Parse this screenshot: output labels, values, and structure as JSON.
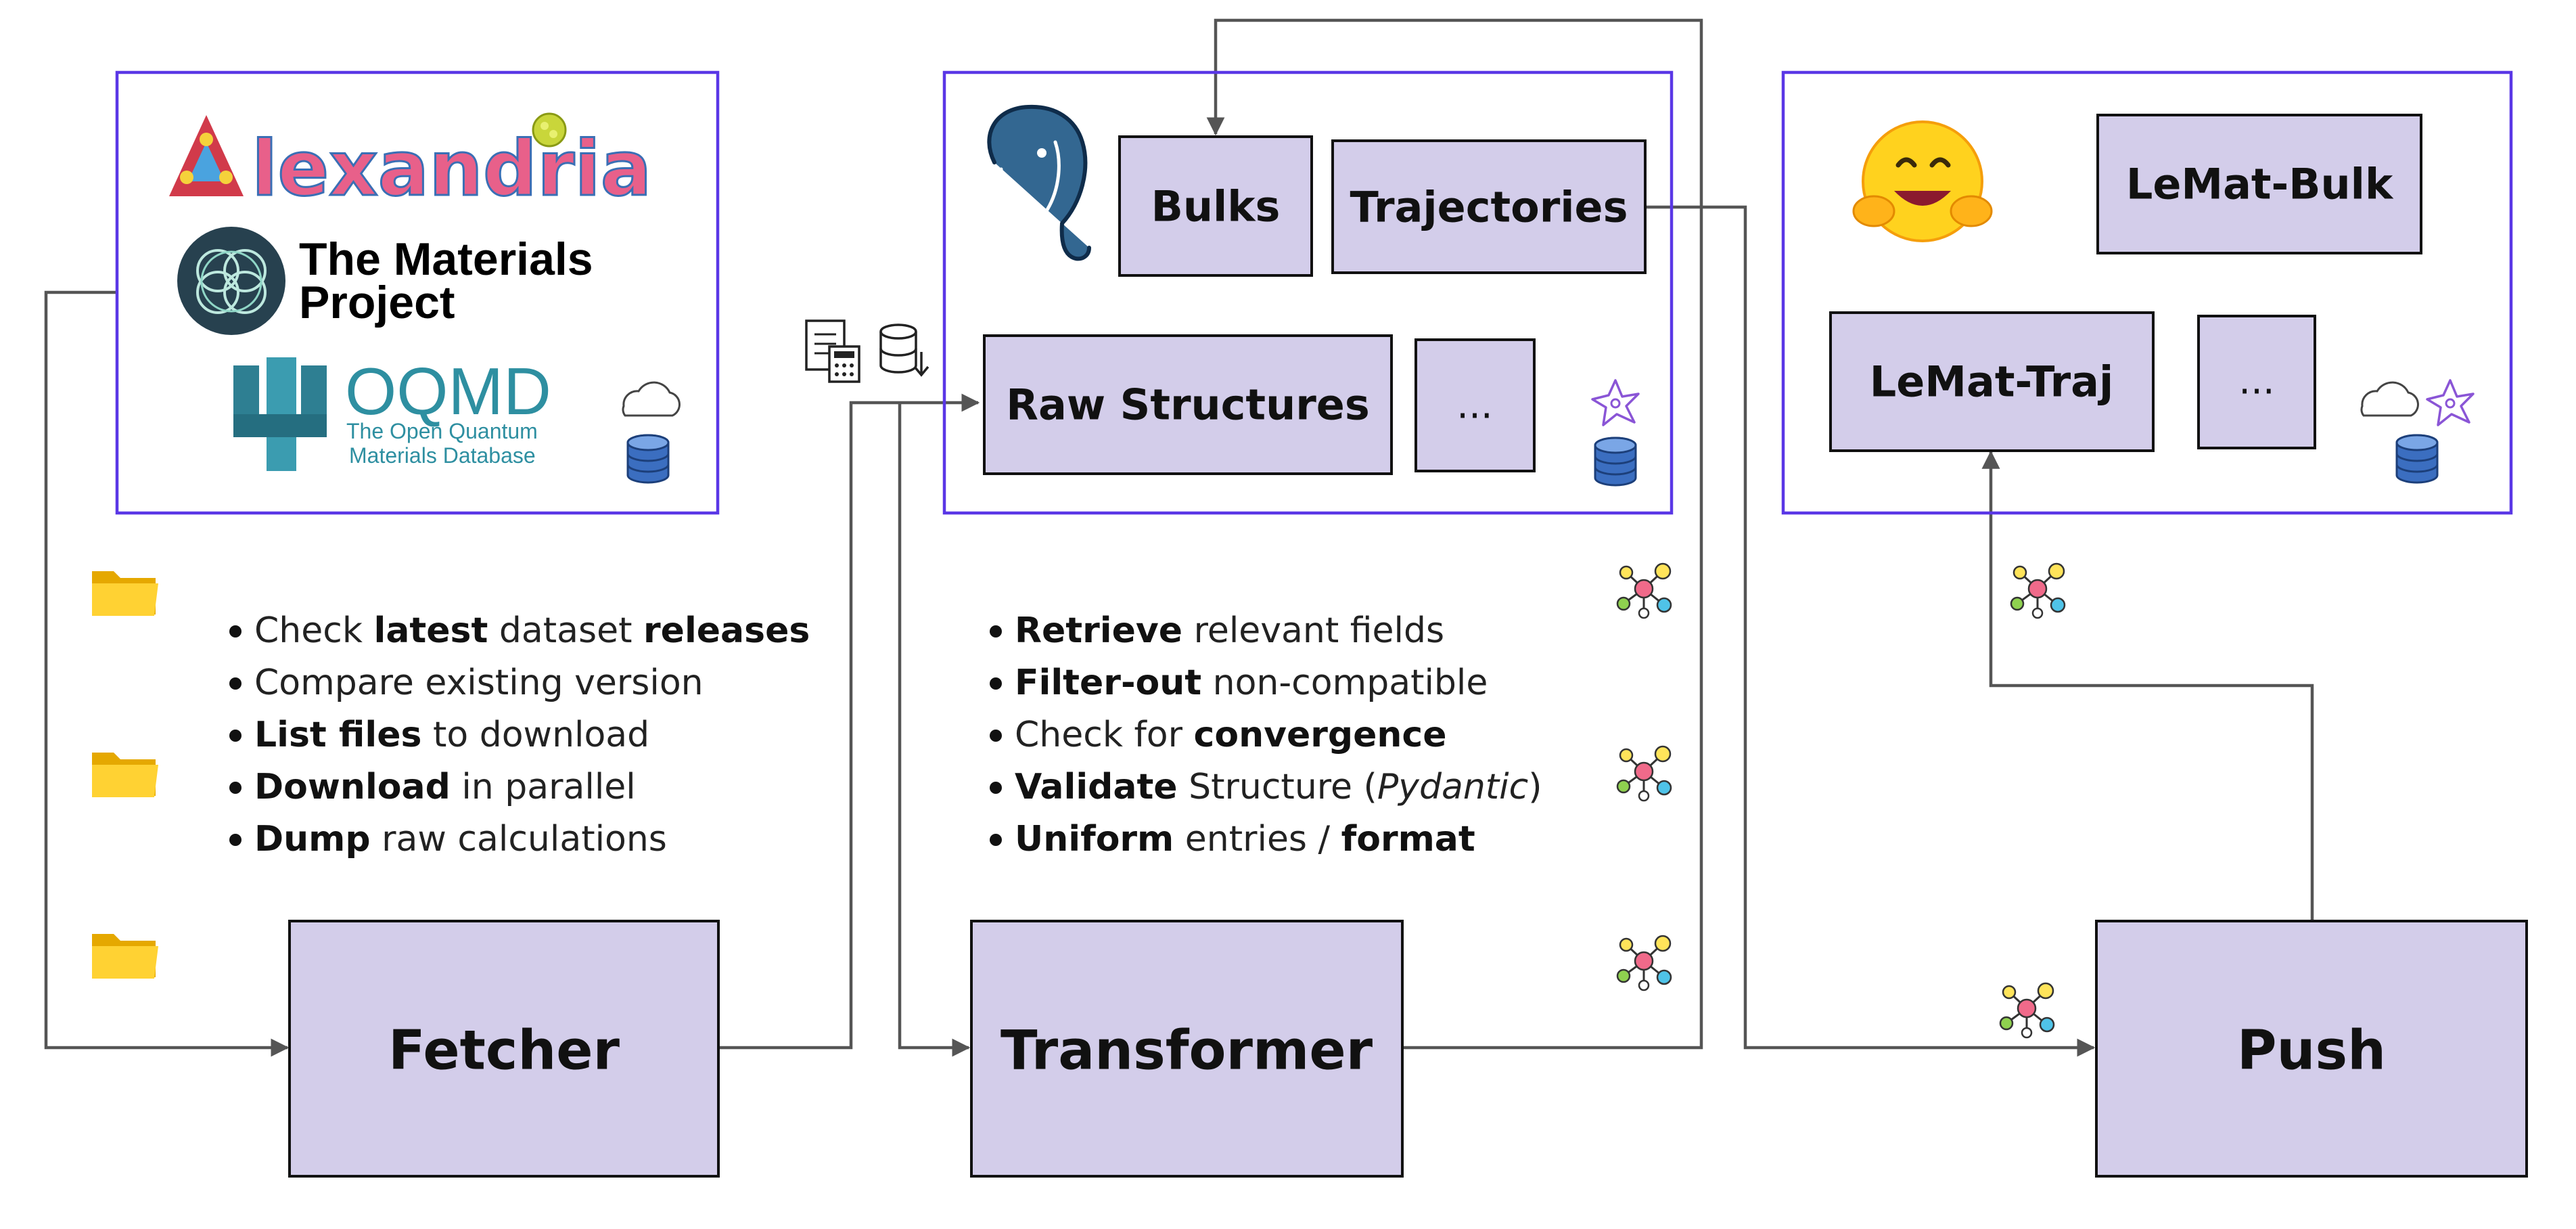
{
  "sources": {
    "alexandria": "lexandria",
    "materials_project": [
      "The Materials",
      "Project"
    ],
    "oqmd": "OQMD",
    "oqmd_subtitle": [
      "The Open Quantum",
      "Materials Database"
    ]
  },
  "database_box": {
    "items": [
      "Bulks",
      "Trajectories",
      "Raw Structures",
      "..."
    ]
  },
  "hub_box": {
    "items": [
      "LeMat-Bulk",
      "LeMat-Traj",
      "..."
    ]
  },
  "steps": {
    "fetcher": "Fetcher",
    "transformer": "Transformer",
    "push": "Push"
  },
  "fetcher_notes": [
    [
      {
        "t": "Check "
      },
      {
        "t": "latest",
        "b": true
      },
      {
        "t": " dataset "
      },
      {
        "t": "releases",
        "b": true
      }
    ],
    [
      {
        "t": "Compare existing version"
      }
    ],
    [
      {
        "t": "List files",
        "b": true
      },
      {
        "t": " to download"
      }
    ],
    [
      {
        "t": "Download",
        "b": true
      },
      {
        "t": " in parallel"
      }
    ],
    [
      {
        "t": "Dump",
        "b": true
      },
      {
        "t": " raw calculations"
      }
    ]
  ],
  "transformer_notes": [
    [
      {
        "t": "Retrieve",
        "b": true
      },
      {
        "t": " relevant fields"
      }
    ],
    [
      {
        "t": "Filter-out",
        "b": true
      },
      {
        "t": " non-compatible"
      }
    ],
    [
      {
        "t": "Check for "
      },
      {
        "t": "convergence",
        "b": true
      }
    ],
    [
      {
        "t": "Validate",
        "b": true
      },
      {
        "t": " Structure ("
      },
      {
        "t": "Pydantic",
        "i": true
      },
      {
        "t": ")"
      }
    ],
    [
      {
        "t": "Uniform",
        "b": true
      },
      {
        "t": " entries / "
      },
      {
        "t": "format",
        "b": true
      }
    ]
  ],
  "icons": [
    "cloud-icon",
    "database-icon",
    "spark-icon",
    "folder-icon",
    "network-icon",
    "postgres-elephant-icon",
    "hugging-face-icon",
    "document-calculator-icon",
    "database-download-icon"
  ],
  "colors": {
    "frame": "#5a37e6",
    "node_fill": "#d3cdea",
    "connector": "#555555",
    "folder": "#f7c325",
    "database": "#3b6ec0",
    "spark": "#8a55d6",
    "hf_yellow": "#ffd21e"
  }
}
